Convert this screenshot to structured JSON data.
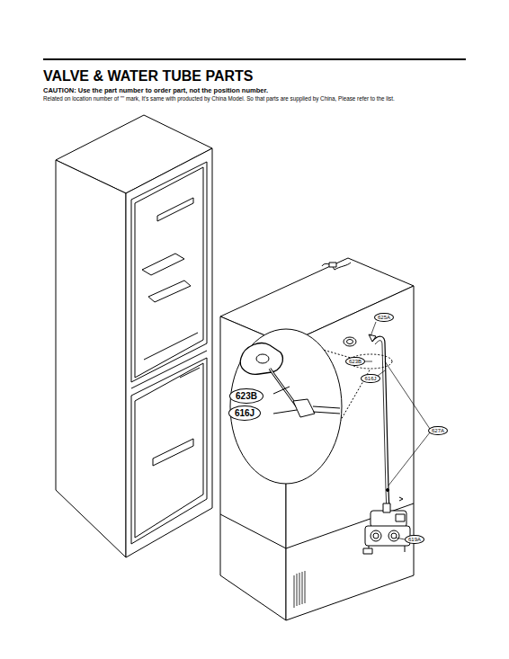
{
  "diagram": {
    "title": "VALVE & WATER TUBE PARTS",
    "labels": [
      "CAUTION: Use the part number to order part, not the position number.",
      "Related on location number of \"\" mark, It's same with producted by China Model. So that parts are supplied by China, Please refer to the list.",
      "623B",
      "616J",
      "625A",
      "623B",
      "616J",
      "627A",
      "619A"
    ]
  }
}
